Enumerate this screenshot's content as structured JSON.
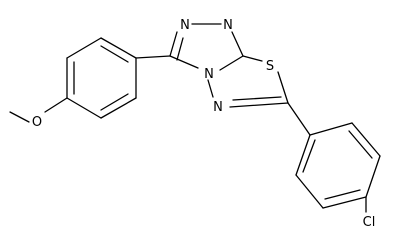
{
  "structure": {
    "atom_labels": {
      "n1": "N",
      "n2": "N",
      "n4": "N",
      "n5": "N",
      "sulfur": "S",
      "oxygen": "O",
      "chlorine": "Cl"
    }
  }
}
